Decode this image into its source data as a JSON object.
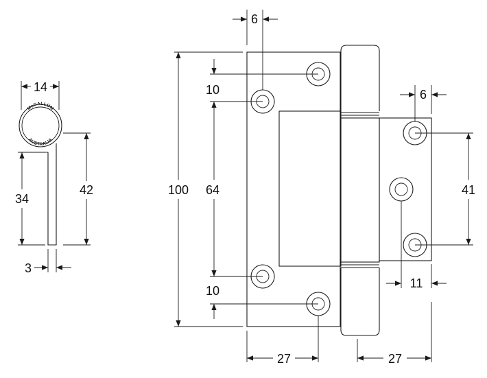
{
  "side_view": {
    "width_label": "14",
    "barrel_to_leaf_label": "34",
    "overall_height_label": "42",
    "leaf_thickness_label": "3",
    "seal_top_text": "McCALLUM",
    "seal_bottom_text": "AUSTRALIA"
  },
  "front_view": {
    "top_hole_offset_label": "6",
    "top_hole_spacing_label": "10",
    "overall_height_label": "100",
    "outer_hole_spacing_label": "64",
    "bottom_hole_spacing_label": "10",
    "left_hole_center_label": "27",
    "right_hole_offset_label": "6",
    "right_hole_spacing_label": "41",
    "right_center_hole_label": "11",
    "right_hole_center_label": "27"
  },
  "colors": {
    "line": "#1a1a1a",
    "background": "#ffffff"
  }
}
